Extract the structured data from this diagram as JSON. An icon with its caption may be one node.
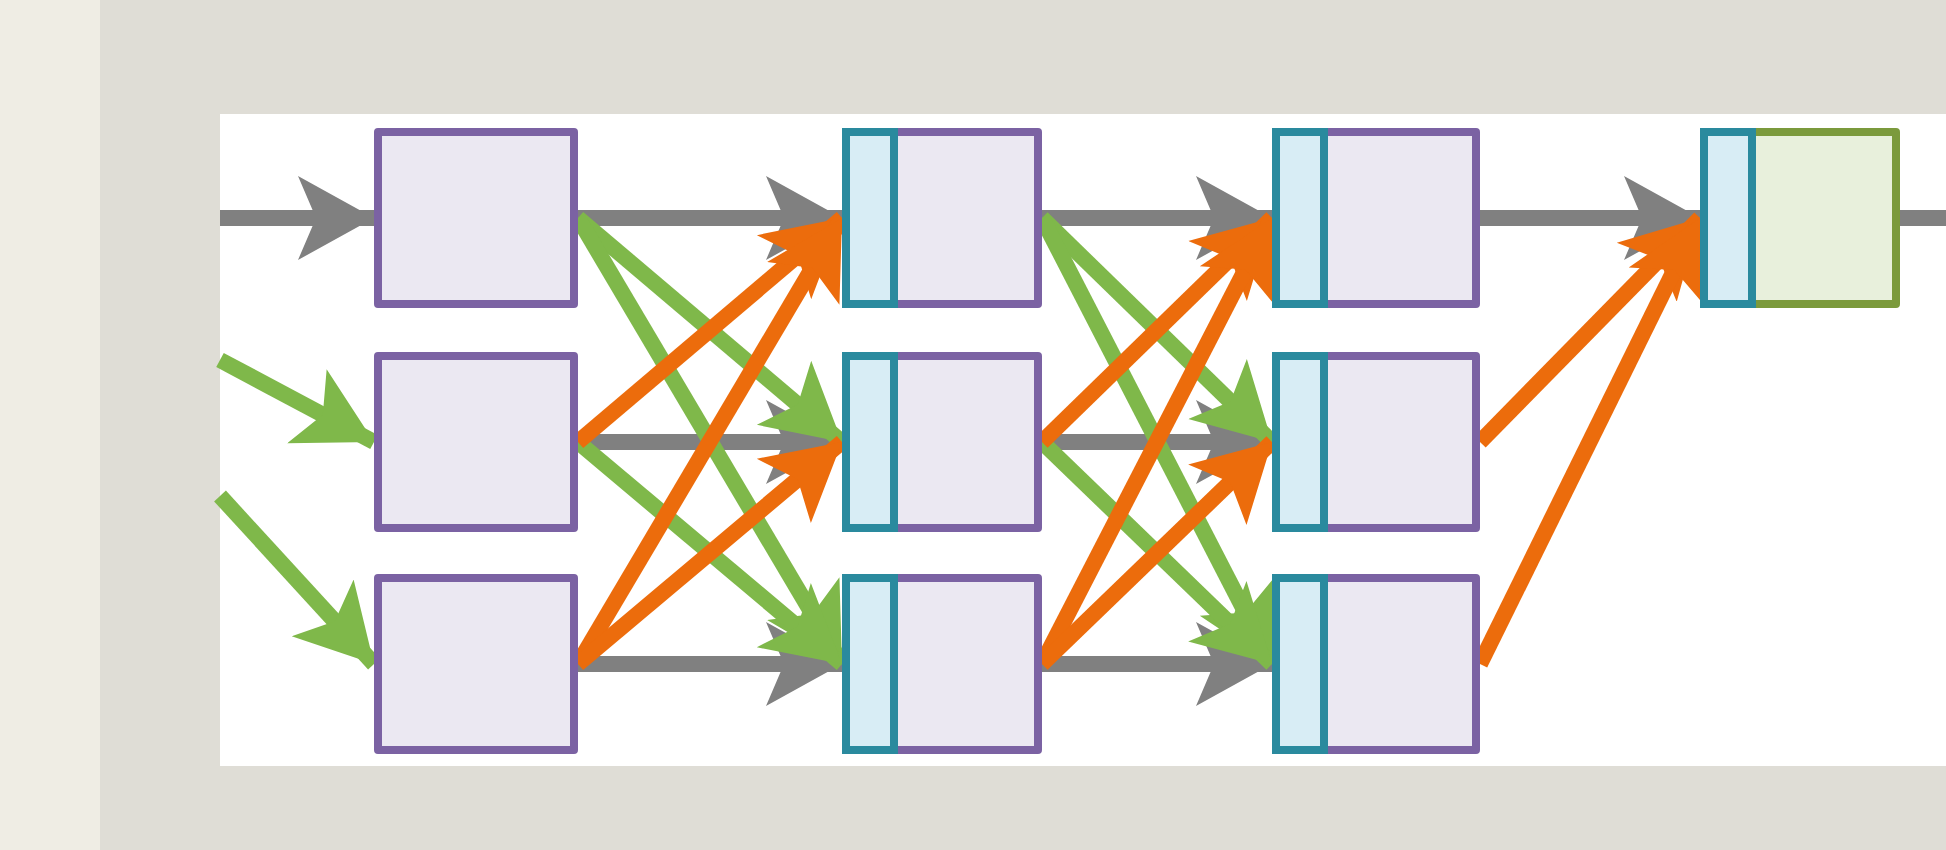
{
  "diagram": {
    "nodes": [
      {
        "text": [],
        "shape": "box"
      },
      {
        "text": [],
        "shape": "box"
      },
      {
        "text": [],
        "shape": "box"
      },
      {
        "text": [],
        "shape": "box"
      },
      {
        "text": [],
        "shape": "box"
      },
      {
        "text": [],
        "shape": "box"
      },
      {
        "text": [],
        "shape": "box"
      },
      {
        "text": [],
        "shape": "box"
      },
      {
        "text": [],
        "shape": "box"
      },
      {
        "text": [],
        "shape": "box"
      }
    ],
    "edges": [
      {
        "from": null,
        "to": 0,
        "arrow": "to"
      },
      {
        "from": null,
        "to": 1,
        "arrow": "to",
        "color": "#7fb84a"
      },
      {
        "from": null,
        "to": 2,
        "arrow": "to",
        "color": "#7fb84a"
      },
      {
        "from": 0,
        "to": 3,
        "arrow": "to"
      },
      {
        "from": 1,
        "to": 4,
        "arrow": "to"
      },
      {
        "from": 2,
        "to": 5,
        "arrow": "to"
      },
      {
        "from": 0,
        "to": 4,
        "arrow": "to",
        "color": "#7fb84a"
      },
      {
        "from": 0,
        "to": 5,
        "arrow": "to",
        "color": "#7fb84a"
      },
      {
        "from": 1,
        "to": 5,
        "arrow": "to",
        "color": "#7fb84a"
      },
      {
        "from": 1,
        "to": 3,
        "arrow": "to",
        "color": "#ec6c0c"
      },
      {
        "from": 2,
        "to": 3,
        "arrow": "to",
        "color": "#ec6c0c"
      },
      {
        "from": 2,
        "to": 4,
        "arrow": "to",
        "color": "#ec6c0c"
      },
      {
        "from": 3,
        "to": 6,
        "arrow": "to"
      },
      {
        "from": 4,
        "to": 7,
        "arrow": "to"
      },
      {
        "from": 5,
        "to": 8,
        "arrow": "to"
      },
      {
        "from": 3,
        "to": 7,
        "arrow": "to",
        "color": "#7fb84a"
      },
      {
        "from": 3,
        "to": 8,
        "arrow": "to",
        "color": "#7fb84a"
      },
      {
        "from": 4,
        "to": 8,
        "arrow": "to",
        "color": "#7fb84a"
      },
      {
        "from": 4,
        "to": 6,
        "arrow": "to",
        "color": "#ec6c0c"
      },
      {
        "from": 5,
        "to": 6,
        "arrow": "to",
        "color": "#ec6c0c"
      },
      {
        "from": 5,
        "to": 7,
        "arrow": "to",
        "color": "#ec6c0c"
      },
      {
        "from": 6,
        "to": 9,
        "arrow": "to"
      },
      {
        "from": 7,
        "to": 9,
        "arrow": "to",
        "color": "#ec6c0c"
      },
      {
        "from": 8,
        "to": 9,
        "arrow": "to",
        "color": "#ec6c0c"
      },
      {
        "from": 9,
        "to": null,
        "arrow": "none"
      }
    ]
  }
}
